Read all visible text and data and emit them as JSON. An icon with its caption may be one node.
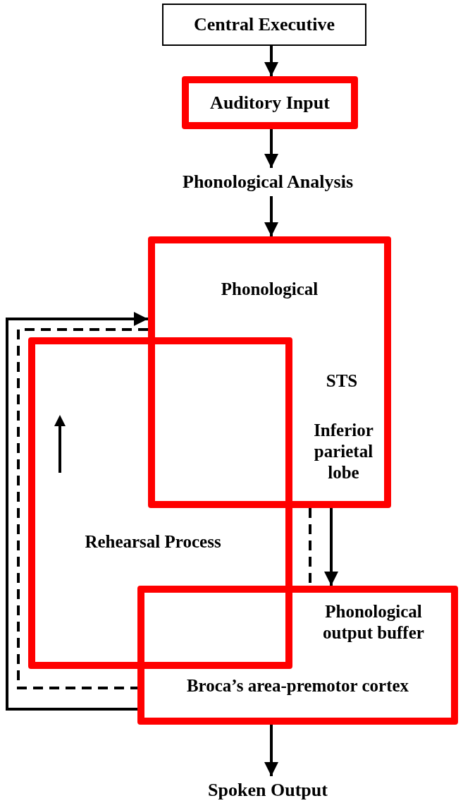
{
  "diagram": {
    "nodes": [
      {
        "text": [
          "Central Executive"
        ]
      },
      {
        "text": [
          "Auditory Input"
        ]
      },
      {
        "text": [
          "Phonological Analysis"
        ]
      },
      {
        "text": [
          "Phonological",
          "STS",
          "Inferior parietal lobe"
        ]
      },
      {
        "text": [
          "Rehearsal Process"
        ]
      },
      {
        "text": [
          "Phonological output buffer",
          "Broca’s area-premotor cortex"
        ]
      },
      {
        "text": [
          "Spoken Output"
        ]
      }
    ],
    "edges": [
      {
        "from": 0,
        "to": 1,
        "arrow": "to"
      },
      {
        "from": 1,
        "to": 2,
        "arrow": "to"
      },
      {
        "from": 2,
        "to": 3,
        "arrow": "to"
      },
      {
        "from": 3,
        "to": 5,
        "arrow": "to"
      },
      {
        "from": 3,
        "to": 5,
        "arrow": "none",
        "style": "dashed"
      },
      {
        "from": 5,
        "to": 3,
        "arrow": "to"
      },
      {
        "from": 3,
        "to": 5,
        "arrow": "none",
        "style": "dashed"
      },
      {
        "from": 5,
        "to": 6,
        "arrow": "to"
      }
    ]
  }
}
